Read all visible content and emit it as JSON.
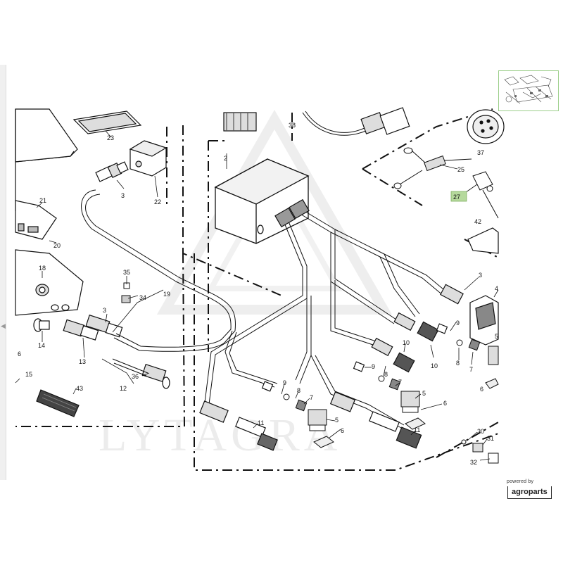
{
  "viewer": {
    "watermark": "LYTAGRA",
    "powered_by": "powered by",
    "brand": "agroparts",
    "left_arrow_icon": "chevron-left-icon",
    "highlight_color": "#b5d99c"
  },
  "callouts": {
    "c23": "23",
    "c22": "22",
    "c21": "21",
    "c20": "20",
    "c18": "18",
    "c6a": "6",
    "c14": "14",
    "c13": "13",
    "c15": "15",
    "c43": "43",
    "c12": "12",
    "c36": "36",
    "c3a": "3",
    "c3b": "3",
    "c35": "35",
    "c34": "34",
    "c19": "19",
    "c2": "2",
    "c38": "38",
    "c37": "37",
    "c25": "25",
    "c27": "27",
    "c42": "42",
    "c3c": "3",
    "c4": "4",
    "c9a": "9",
    "c9b": "9",
    "c9c": "9",
    "c10a": "10",
    "c10b": "10",
    "c8a": "8",
    "c8b": "8",
    "c8c": "8",
    "c7a": "7",
    "c7b": "7",
    "c7c": "7",
    "c5a": "5",
    "c5b": "5",
    "c5c": "5",
    "c6b": "6",
    "c6c": "6",
    "c6d": "6",
    "c11a": "11",
    "c11b": "11",
    "c30": "30",
    "c31": "31",
    "c32": "32"
  }
}
